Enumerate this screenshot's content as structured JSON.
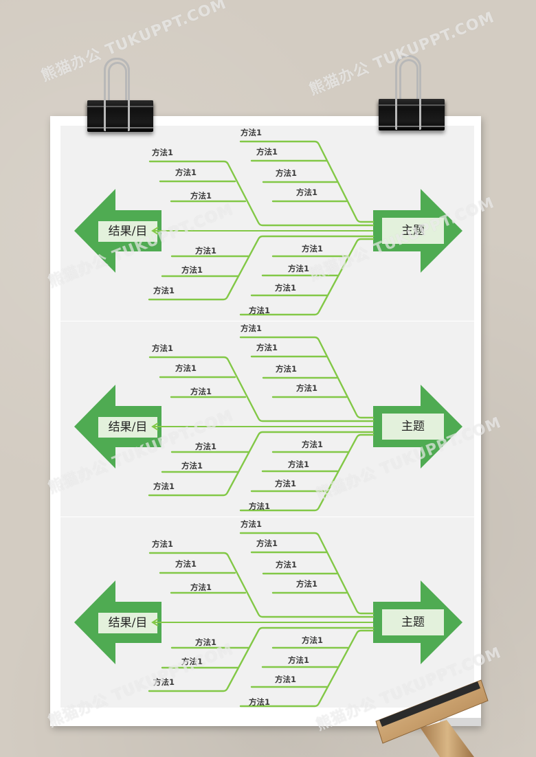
{
  "watermark": "熊猫办公 TUKUPPT.COM",
  "colors": {
    "background": "#d3ccc2",
    "paper": "#ffffff",
    "panel": "#f1f1f1",
    "arrow_green": "#4fab52",
    "line_green": "#82c846",
    "label_box": "#e3f1dc",
    "text": "#3a3a3a"
  },
  "diagrams": [
    {
      "result_label": "结果/目",
      "topic_label": "主题",
      "upper_left": [
        "方法1",
        "方法1",
        "方法1"
      ],
      "upper_right": [
        "方法1",
        "方法1",
        "方法1",
        "方法1"
      ],
      "lower_left": [
        "方法1",
        "方法1",
        "方法1"
      ],
      "lower_right": [
        "方法1",
        "方法1",
        "方法1",
        "方法1"
      ]
    },
    {
      "result_label": "结果/目",
      "topic_label": "主题",
      "upper_left": [
        "方法1",
        "方法1",
        "方法1"
      ],
      "upper_right": [
        "方法1",
        "方法1",
        "方法1",
        "方法1"
      ],
      "lower_left": [
        "方法1",
        "方法1",
        "方法1"
      ],
      "lower_right": [
        "方法1",
        "方法1",
        "方法1",
        "方法1"
      ]
    },
    {
      "result_label": "结果/目",
      "topic_label": "主题",
      "upper_left": [
        "方法1",
        "方法1",
        "方法1"
      ],
      "upper_right": [
        "方法1",
        "方法1",
        "方法1",
        "方法1"
      ],
      "lower_left": [
        "方法1",
        "方法1",
        "方法1"
      ],
      "lower_right": [
        "方法1",
        "方法1",
        "方法1",
        "方法1"
      ]
    }
  ]
}
